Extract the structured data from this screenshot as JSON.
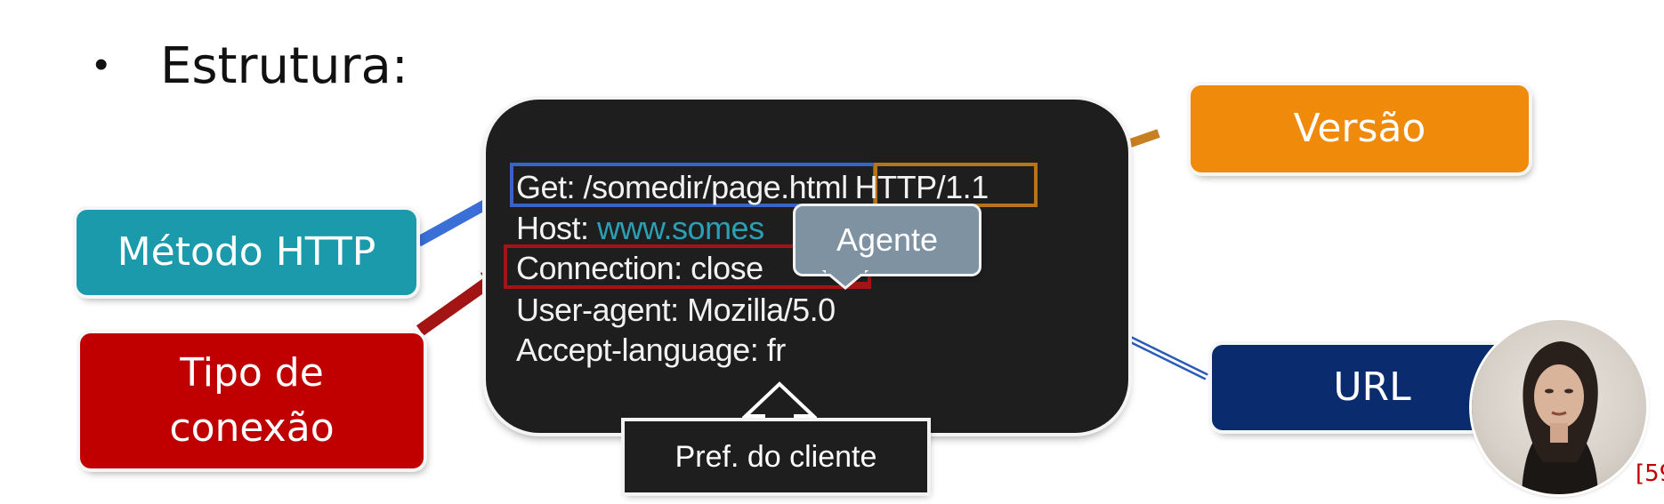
{
  "heading": {
    "bullet": "•",
    "text": "Estrutura:"
  },
  "request": {
    "line1_method": "Get: /somedir/page.html",
    "line1_version": "HTTP/1.1",
    "line2_label": "Host: ",
    "line2_value": "www.somes",
    "line3": "Connection: close",
    "line4": "User-agent: Mozilla/5.0",
    "line5": "Accept-language: fr"
  },
  "labels": {
    "method": "Método HTTP",
    "tipo_line1": "Tipo de",
    "tipo_line2": "conexão",
    "versao": "Versão",
    "url": "URL",
    "agente": "Agente",
    "pref": "Pref. do cliente"
  },
  "page_ref": "[59",
  "colors": {
    "teal": "#1a9aaa",
    "red": "#c00000",
    "orange": "#f08a0a",
    "navy": "#0a2c6e",
    "slate": "#7f92a2",
    "panel": "#1e1e1e",
    "url_text": "#2b9fb4"
  }
}
